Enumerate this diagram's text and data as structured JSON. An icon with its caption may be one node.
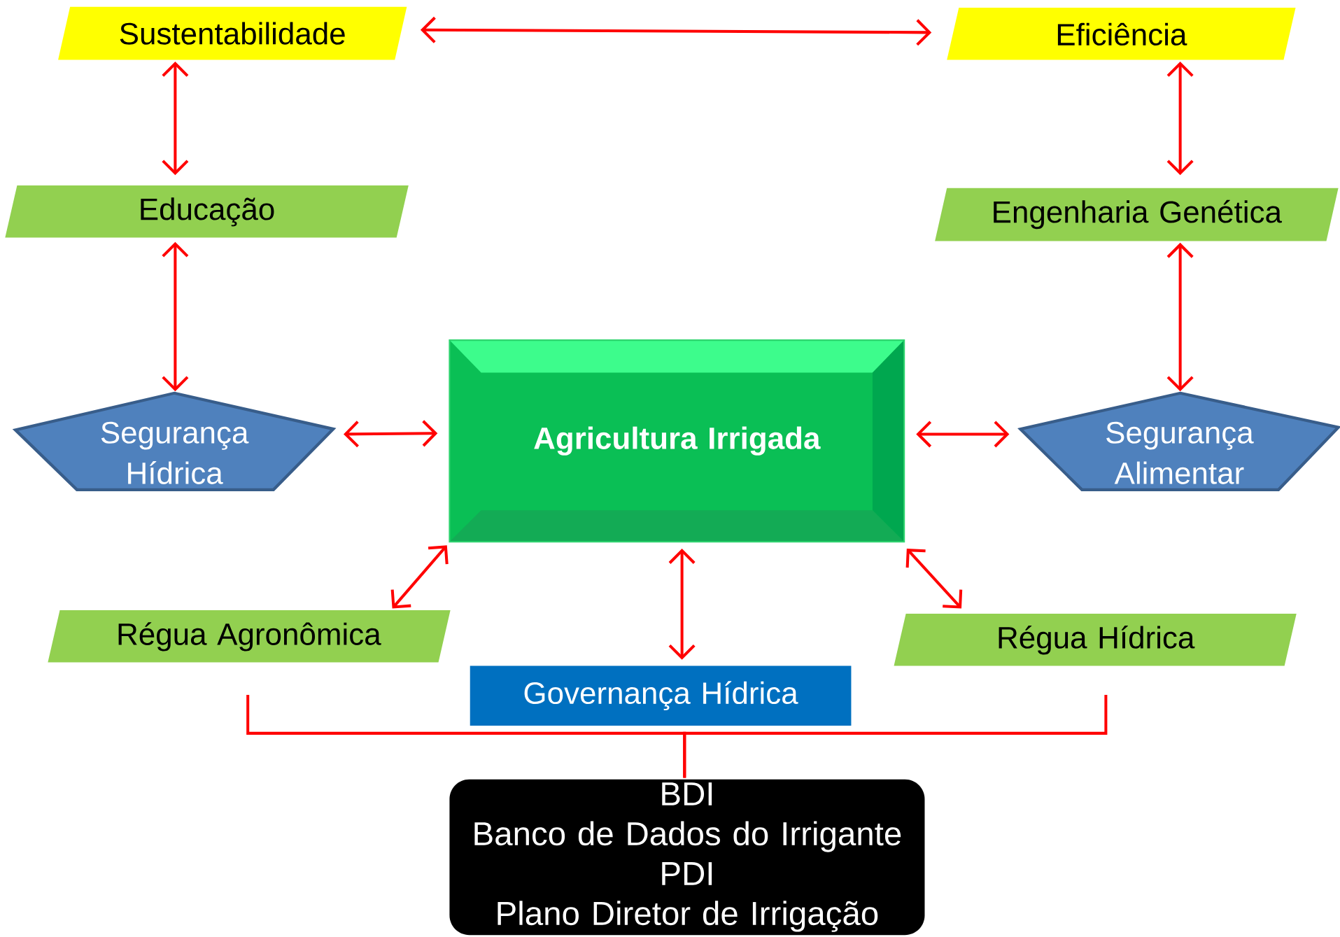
{
  "diagram": {
    "nodes": [
      {
        "text": [
          "Sustentabilidade"
        ]
      },
      {
        "text": [
          "Eficiência"
        ]
      },
      {
        "text": [
          "Educação"
        ]
      },
      {
        "text": [
          "Engenharia Genética"
        ]
      },
      {
        "text": [
          "Segurança Hídrica"
        ]
      },
      {
        "text": [
          "Agricultura Irrigada"
        ]
      },
      {
        "text": [
          "Segurança Alimentar"
        ]
      },
      {
        "text": [
          "Régua Agronômica"
        ]
      },
      {
        "text": [
          "Governança Hídrica"
        ]
      },
      {
        "text": [
          "Régua Hídrica"
        ]
      },
      {
        "text": [
          "BDI",
          "Banco de Dados do Irrigante",
          "PDI",
          "Plano Diretor de Irrigação"
        ]
      }
    ],
    "edges": [
      {
        "from": 0,
        "to": 1,
        "arrow": "both"
      },
      {
        "from": 0,
        "to": 2,
        "arrow": "both"
      },
      {
        "from": 2,
        "to": 4,
        "arrow": "both"
      },
      {
        "from": 1,
        "to": 3,
        "arrow": "both"
      },
      {
        "from": 3,
        "to": 6,
        "arrow": "both"
      },
      {
        "from": 4,
        "to": 5,
        "arrow": "both"
      },
      {
        "from": 5,
        "to": 6,
        "arrow": "both"
      },
      {
        "from": 5,
        "to": 7,
        "arrow": "both"
      },
      {
        "from": 5,
        "to": 8,
        "arrow": "both"
      },
      {
        "from": 5,
        "to": 9,
        "arrow": "both"
      },
      {
        "from": 7,
        "to": 10,
        "arrow": "none"
      },
      {
        "from": 9,
        "to": 10,
        "arrow": "none"
      }
    ]
  }
}
